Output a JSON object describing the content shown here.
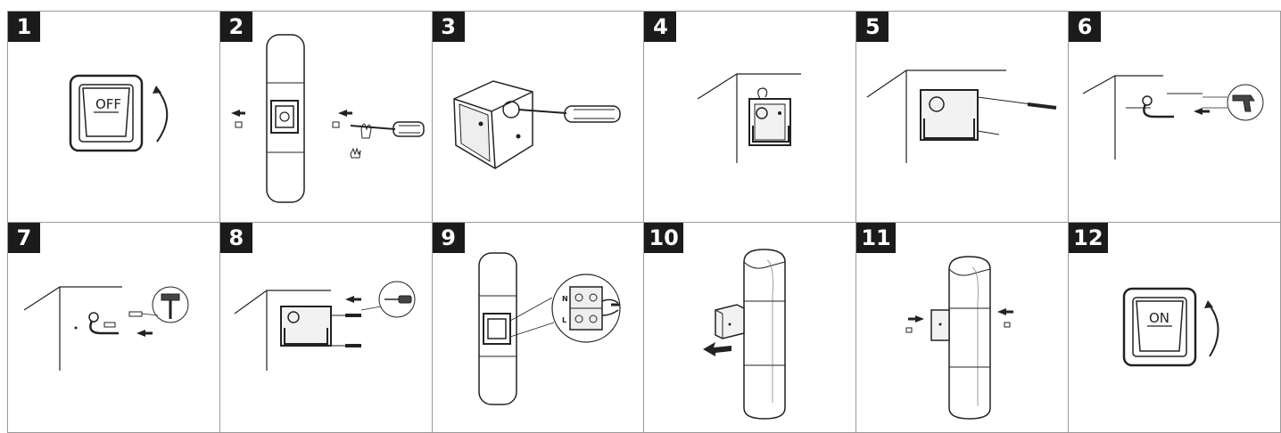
{
  "steps": [
    {
      "number": "1"
    },
    {
      "number": "2"
    },
    {
      "number": "3"
    },
    {
      "number": "4"
    },
    {
      "number": "5"
    },
    {
      "number": "6"
    },
    {
      "number": "7"
    },
    {
      "number": "8"
    },
    {
      "number": "9"
    },
    {
      "number": "10"
    },
    {
      "number": "11"
    },
    {
      "number": "12"
    }
  ],
  "switch_off_label": "OFF",
  "switch_on_label": "ON",
  "terminal_labels": [
    "N",
    "L"
  ],
  "icons": {
    "step1": "switch-off-icon",
    "step2": "lamp-front-screwdriver-icon",
    "step3": "bracket-screwdriver-icon",
    "step4": "bracket-on-wall-icon",
    "step5": "bracket-pencil-mark-icon",
    "step6": "drill-hole-icon",
    "step7": "hammer-plug-icon",
    "step8": "screw-bracket-icon",
    "step9": "wiring-terminal-icon",
    "step10": "slide-lamp-onto-bracket-icon",
    "step11": "fix-side-screws-icon",
    "step12": "switch-on-icon"
  },
  "colors": {
    "badge": "#1b1b1b",
    "line": "#222222",
    "border": "#9a9a9a"
  }
}
